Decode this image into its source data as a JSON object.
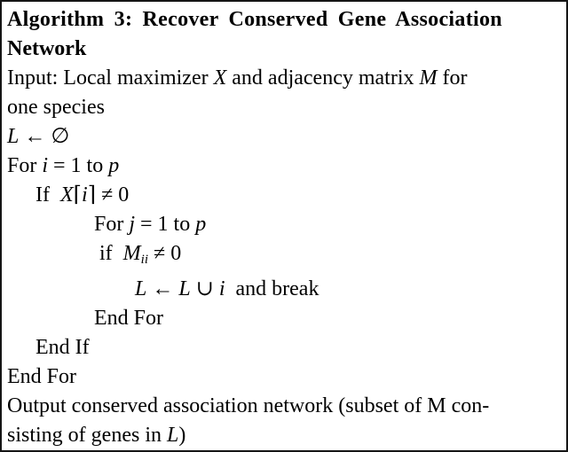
{
  "figure": {
    "type": "algorithm-pseudocode",
    "label": "Algorithm 3",
    "title": "Recover Conserved Gene Association Network"
  },
  "lines": [
    {
      "indent": 0,
      "cls": "title-line",
      "segments": [
        {
          "t": "Algorithm 3: Recover Conserved Gene Association",
          "s": "b"
        }
      ]
    },
    {
      "indent": 0,
      "segments": [
        {
          "t": "Network",
          "s": "b"
        }
      ]
    },
    {
      "indent": 0,
      "segments": [
        {
          "t": "Input: Local maximizer ",
          "s": "n"
        },
        {
          "t": "X",
          "s": "i"
        },
        {
          "t": " and adjacency matrix ",
          "s": "n"
        },
        {
          "t": "M",
          "s": "i"
        },
        {
          "t": " for",
          "s": "n"
        }
      ]
    },
    {
      "indent": 0,
      "segments": [
        {
          "t": "one species",
          "s": "n"
        }
      ]
    },
    {
      "indent": 0,
      "segments": [
        {
          "t": "L",
          "s": "i"
        },
        {
          "t": " ← ∅",
          "s": "n"
        }
      ]
    },
    {
      "indent": 0,
      "segments": [
        {
          "t": "For ",
          "s": "n"
        },
        {
          "t": "i",
          "s": "i"
        },
        {
          "t": " = 1 to ",
          "s": "n"
        },
        {
          "t": "p",
          "s": "i"
        }
      ]
    },
    {
      "indent": 1,
      "segments": [
        {
          "t": "If  ",
          "s": "n"
        },
        {
          "t": "X",
          "s": "i"
        },
        {
          "t": "⌈",
          "s": "n"
        },
        {
          "t": "i",
          "s": "i"
        },
        {
          "t": "⌉ ≠ 0",
          "s": "n"
        }
      ]
    },
    {
      "indent": 2,
      "segments": [
        {
          "t": "For ",
          "s": "n"
        },
        {
          "t": "j",
          "s": "i"
        },
        {
          "t": " = 1 to ",
          "s": "n"
        },
        {
          "t": "p",
          "s": "i"
        }
      ]
    },
    {
      "indent": 2,
      "segments": [
        {
          "t": " if  ",
          "s": "n"
        },
        {
          "t": "M",
          "s": "i"
        },
        {
          "t": "ii",
          "s": "sub"
        },
        {
          "t": " ≠ 0",
          "s": "n"
        }
      ]
    },
    {
      "indent": 3,
      "segments": [
        {
          "t": "L",
          "s": "i"
        },
        {
          "t": " ← ",
          "s": "n"
        },
        {
          "t": "L",
          "s": "i"
        },
        {
          "t": " ∪ ",
          "s": "n"
        },
        {
          "t": "i",
          "s": "i"
        },
        {
          "t": "  and break",
          "s": "n"
        }
      ]
    },
    {
      "indent": 2,
      "segments": [
        {
          "t": "End For",
          "s": "n"
        }
      ]
    },
    {
      "indent": 1,
      "segments": [
        {
          "t": "End If",
          "s": "n"
        }
      ]
    },
    {
      "indent": 0,
      "segments": [
        {
          "t": "End For",
          "s": "n"
        }
      ]
    },
    {
      "indent": 0,
      "segments": [
        {
          "t": "Output conserved association network (subset of M con-",
          "s": "n"
        }
      ]
    },
    {
      "indent": 0,
      "segments": [
        {
          "t": "sisting of genes in ",
          "s": "n"
        },
        {
          "t": "L",
          "s": "i"
        },
        {
          "t": ")",
          "s": "n"
        }
      ]
    }
  ]
}
